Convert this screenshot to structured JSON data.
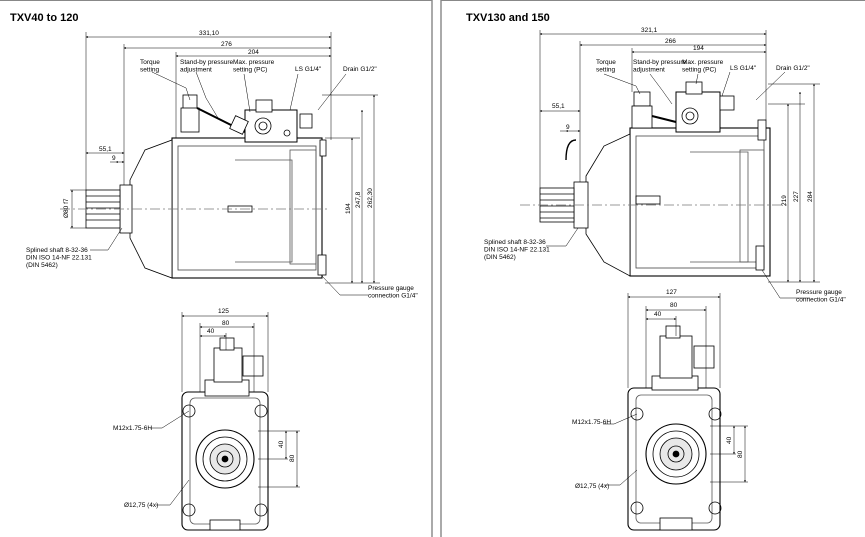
{
  "panels": [
    {
      "title": "TXV40 to 120",
      "side_dims": {
        "d1": "331,10",
        "d2": "276",
        "d3": "204",
        "d4": "55,1",
        "d5": "9",
        "v1": "194",
        "v2": "247,8",
        "v3": "262,30",
        "shaft": "Ø80 f7"
      },
      "labels": {
        "torque": "Torque\nsetting",
        "standby": "Stand-by pressure\nadjustment",
        "maxp": "Max. pressure\nsetting (PC)",
        "ls": "LS G1/4\"",
        "drain": "Drain G1/2\"",
        "splined": "Splined shaft 8-32-36\nDIN ISO 14-NF 22.131\n(DIN 5462)",
        "gauge": "Pressure gauge\nconnection G1/4\""
      },
      "front_dims": {
        "w1": "125",
        "w2": "80",
        "w3": "40",
        "h1": "40",
        "h2": "80",
        "thread": "M12x1.75-6H",
        "holes": "Ø12,75 (4x)"
      }
    },
    {
      "title": "TXV130 and 150",
      "side_dims": {
        "d1": "321,1",
        "d2": "266",
        "d3": "194",
        "d4": "55,1",
        "d5": "9",
        "v1": "219",
        "v2": "227",
        "v3": "284"
      },
      "labels": {
        "torque": "Torque\nsetting",
        "standby": "Stand-by pressure\nadjustment",
        "maxp": "Max. pressure\nsetting (PC)",
        "ls": "LS G1/4\"",
        "drain": "Drain G1/2\"",
        "splined": "Splined shaft 8-32-36\nDIN ISO 14-NF 22.131\n(DIN 5462)",
        "gauge": "Pressure gauge\nconnection G1/4\""
      },
      "front_dims": {
        "w1": "127",
        "w2": "80",
        "w3": "40",
        "h1": "40",
        "h2": "80",
        "thread": "M12x1.75-6H",
        "holes": "Ø12,75 (4x)"
      }
    }
  ]
}
